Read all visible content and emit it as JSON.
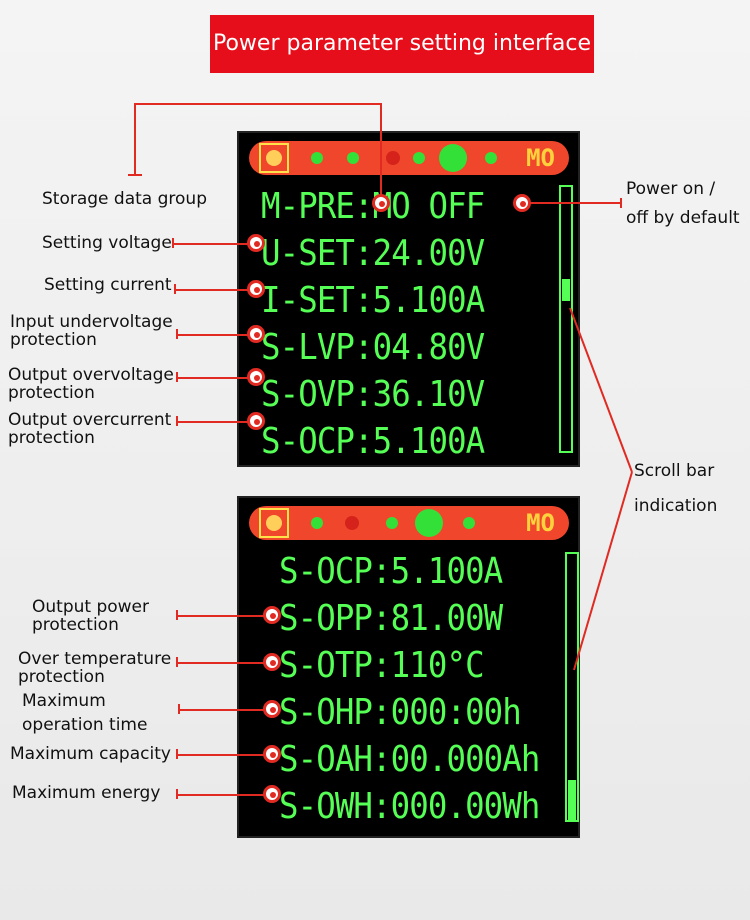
{
  "header": {
    "title": "Power parameter setting interface"
  },
  "screen1": {
    "mode": "MO",
    "lines": [
      "M-PRE:MO OFF",
      "U-SET:24.00V",
      "I-SET:5.100A",
      "S-LVP:04.80V",
      "S-OVP:36.10V",
      "S-OCP:5.100A"
    ]
  },
  "screen2": {
    "mode": "MO",
    "lines": [
      "S-OCP:5.100A",
      "S-OPP:81.00W",
      "S-OTP:110°C",
      "S-OHP:000:00h",
      "S-OAH:00.000Ah",
      "S-OWH:000.00Wh"
    ]
  },
  "annotations": {
    "storage": "Storage data group",
    "power_on_1": "Power on /",
    "power_on_2": "off by default",
    "set_voltage": "Setting voltage",
    "set_current": "Setting current",
    "lvp_1": "Input undervoltage",
    "lvp_2": "protection",
    "ovp_1": "Output overvoltage",
    "ovp_2": "protection",
    "ocp_1": "Output overcurrent",
    "ocp_2": "protection",
    "scroll_1": "Scroll bar",
    "scroll_2": "indication",
    "opp_1": "Output power",
    "opp_2": "protection",
    "otp_1": "Over temperature",
    "otp_2": "protection",
    "ohp_1": "Maximum",
    "ohp_2": "operation time",
    "oah": "Maximum capacity",
    "owh": "Maximum energy"
  },
  "colors": {
    "banner": "#e50e1a",
    "lcd_text": "#55ff55",
    "annot": "#e02a22"
  }
}
